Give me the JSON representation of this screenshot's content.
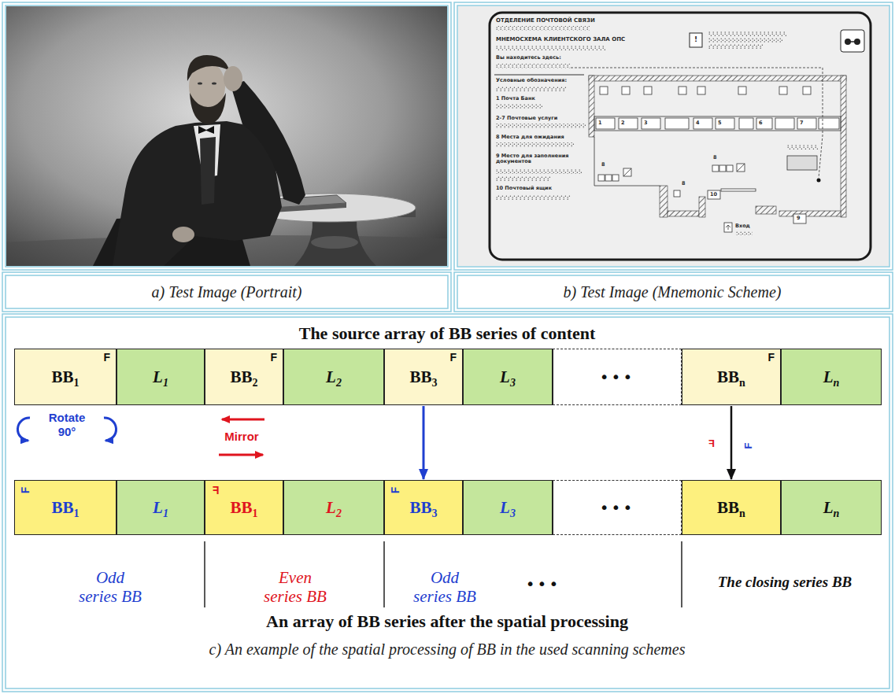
{
  "diagram": {
    "nodes": [
      {
        "text": [
          "a) Test Image (Portrait)"
        ]
      },
      {
        "text": [
          "b) Test Image (Mnemonic Scheme)"
        ]
      },
      {
        "text": [
          "BB",
          "1",
          "F"
        ]
      },
      {
        "text": [
          "L",
          "1"
        ]
      },
      {
        "text": [
          "BB",
          "2",
          "F"
        ]
      },
      {
        "text": [
          "L",
          "2"
        ]
      },
      {
        "text": [
          "BB",
          "3",
          "F"
        ]
      },
      {
        "text": [
          "L",
          "3"
        ]
      },
      {
        "text": [
          "•••"
        ]
      },
      {
        "text": [
          "BB",
          "n",
          "F"
        ]
      },
      {
        "text": [
          "L",
          "n"
        ]
      },
      {
        "text": [
          "BB",
          "1",
          "F"
        ]
      },
      {
        "text": [
          "L",
          "1"
        ]
      },
      {
        "text": [
          "BB",
          "1",
          "F"
        ]
      },
      {
        "text": [
          "L",
          "2"
        ]
      },
      {
        "text": [
          "BB",
          "3",
          "F"
        ]
      },
      {
        "text": [
          "L",
          "3"
        ]
      },
      {
        "text": [
          "•••"
        ]
      },
      {
        "text": [
          "BB",
          "n"
        ]
      },
      {
        "text": [
          "L",
          "n"
        ]
      }
    ],
    "edges": [
      {
        "from": 6,
        "to": 15,
        "arrow": "to"
      },
      {
        "from": 9,
        "to": 18,
        "arrow": "to"
      }
    ],
    "labels": [
      "ОТДЕЛЕНИЕ ПОЧТОВОЙ СВЯЗИ",
      "МНЕМОСХЕМА КЛИЕНТСКОГО ЗАЛА ОПС",
      "Вы находитесь здесь:",
      "Условные обозначения:",
      "1 Почта Банк",
      "2-7 Почтовые услуги",
      "8 Места для ожидания",
      "9 Место для заполнения документов",
      "10 Почтовый ящик",
      "!",
      "1",
      "2",
      "3",
      "4",
      "5",
      "6",
      "7",
      "8",
      "8",
      "8",
      "10",
      "9",
      "Вход",
      "The source array of BB series of content",
      "Rotate 90°",
      "Mirror",
      "F",
      "F",
      "Odd series BB",
      "Even series BB",
      "Odd series BB",
      "•••",
      "The closing series BB",
      "An array of BB series after the spatial processing",
      "c) An example of the spatial processing of BB in the used scanning schemes"
    ]
  }
}
